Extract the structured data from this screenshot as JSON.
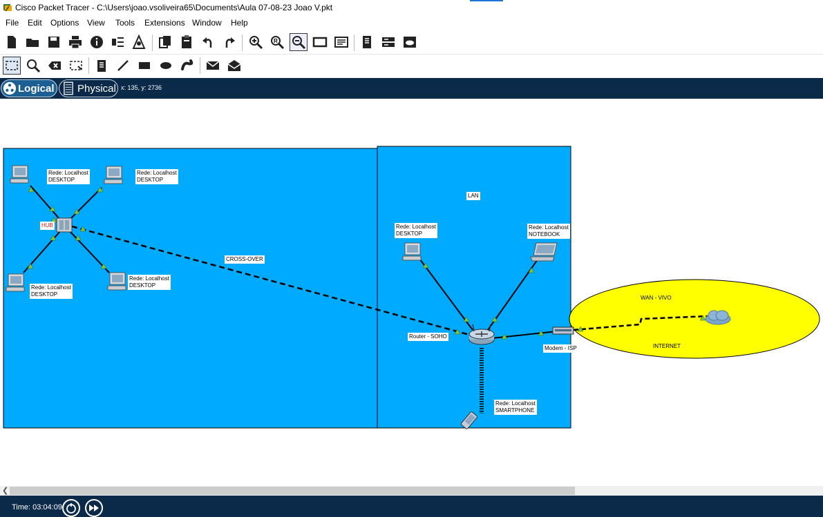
{
  "window": {
    "title": "Cisco Packet Tracer - C:\\Users\\joao.vsoliveira65\\Documents\\Aula 07-08-23 Joao V.pkt"
  },
  "menu": [
    "File",
    "Edit",
    "Options",
    "View",
    "Tools",
    "Extensions",
    "Window",
    "Help"
  ],
  "toolbar1_icons": [
    "new-file-icon",
    "open-folder-icon",
    "save-icon",
    "print-icon",
    "info-icon",
    "activity-wizard-icon",
    "network-info-icon",
    "copy-icon",
    "paste-icon",
    "undo-icon",
    "redo-icon",
    "zoom-in-icon",
    "zoom-reset-icon",
    "zoom-out-icon",
    "drawing-palette-icon",
    "custom-devices-icon",
    "viewport-icon",
    "pdu-list-icon",
    "cloud-icon"
  ],
  "toolbar2_icons": [
    "select-icon",
    "inspect-icon",
    "delete-icon",
    "resize-shape-icon",
    "note-icon",
    "draw-line-icon",
    "rectangle-icon",
    "ellipse-icon",
    "freeform-icon",
    "add-simple-pdu-icon",
    "add-complex-pdu-icon"
  ],
  "tabs": {
    "logical": "Logical",
    "physical": "Physical"
  },
  "coordinates": "x: 135, y: 2736",
  "canvas": {
    "lan_label": "LAN",
    "crossover_label": "CROSS-OVER",
    "wan_label": "WAN - VIVO",
    "internet_label": "INTERNET",
    "hub_label": "HUB",
    "router_label": "Router - SOHO",
    "modem_label": "Modem - ISP",
    "devices": [
      {
        "label": "Rede: Localhost\nDESKTOP",
        "type": "desktop"
      },
      {
        "label": "Rede: Localhost\nDESKTOP",
        "type": "desktop"
      },
      {
        "label": "Rede: Localhost\nDESKTOP",
        "type": "desktop"
      },
      {
        "label": "Rede: Localhost\nDESKTOP",
        "type": "desktop"
      },
      {
        "label": "Rede: Localhost\nDESKTOP",
        "type": "desktop"
      },
      {
        "label": "Rede: Localhost\nNOTEBOOK",
        "type": "notebook"
      },
      {
        "label": "Rede: Localhost\nSMARTPHONE",
        "type": "smartphone"
      }
    ]
  },
  "colors": {
    "area_blue": "#00aaff",
    "wan_yellow": "#ffff00",
    "navbar": "#0b2a4a",
    "link_green": "#7dc242"
  },
  "status": {
    "time": "Time: 03:04:09"
  }
}
